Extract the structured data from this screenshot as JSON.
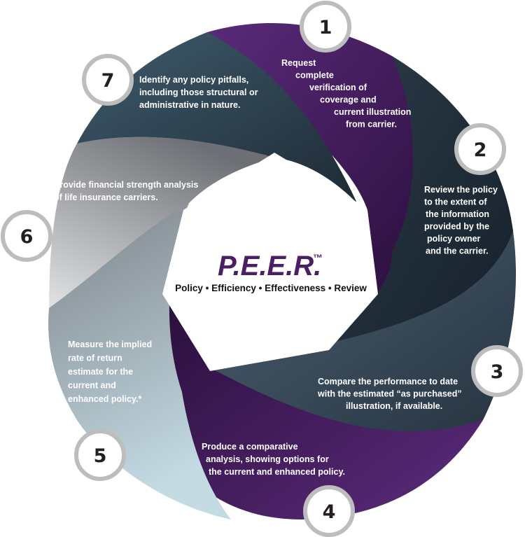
{
  "center": {
    "logo": "P.E.E.R.",
    "trademark": "™",
    "subtitle": "Policy • Efficiency • Effectiveness • Review"
  },
  "colors": {
    "purple": "#3a1450",
    "navy": "#1d2a36",
    "slate": "#36495a",
    "grey": "#8e9197",
    "light_grey": "#d6d8da",
    "pale_blue": "#b9d1dc",
    "logo_purple": "#4a2063",
    "badge_ring": "#bdbdbd"
  },
  "steps": [
    {
      "number": "1",
      "lines": [
        "Request",
        "complete",
        "verification of",
        "coverage and",
        "current illustration",
        "from carrier."
      ]
    },
    {
      "number": "2",
      "lines": [
        "Review the policy",
        "to the extent of",
        "the information",
        "provided by the",
        "policy owner",
        "and the carrier."
      ]
    },
    {
      "number": "3",
      "lines": [
        "Compare the performance to date",
        "with the estimated “as purchased”",
        "illustration, if available."
      ]
    },
    {
      "number": "4",
      "lines": [
        "Produce a comparative",
        "analysis, showing options for",
        "the current and enhanced policy."
      ]
    },
    {
      "number": "5",
      "lines": [
        "Measure the implied",
        "rate of return",
        "estimate for the",
        "current and",
        "enhanced policy.*"
      ]
    },
    {
      "number": "6",
      "lines": [
        "Provide financial strength analysis",
        "of life insurance carriers."
      ]
    },
    {
      "number": "7",
      "lines": [
        "Identify any policy pitfalls,",
        "including those structural or",
        "administrative in nature."
      ]
    }
  ]
}
